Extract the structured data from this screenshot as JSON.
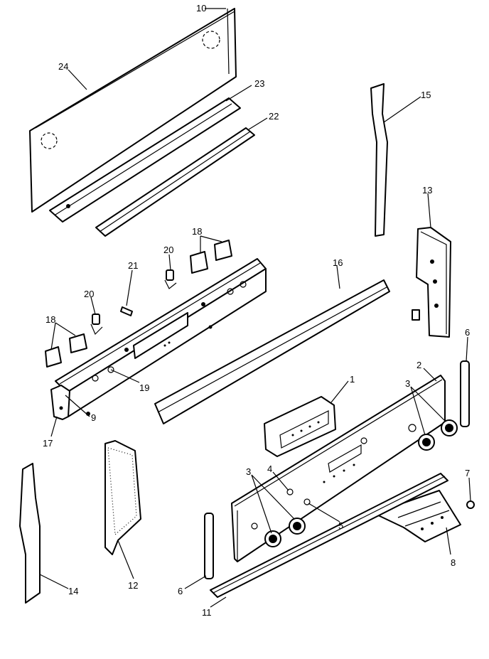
{
  "callouts": {
    "c1": "1",
    "c2": "2",
    "c3a": "3",
    "c3b": "3",
    "c4": "4",
    "c5": "5",
    "c6a": "6",
    "c6b": "6",
    "c7": "7",
    "c8": "8",
    "c9": "9",
    "c10": "10",
    "c11": "11",
    "c12": "12",
    "c13": "13",
    "c14": "14",
    "c15": "15",
    "c16": "16",
    "c17": "17",
    "c18a": "18",
    "c18b": "18",
    "c19": "19",
    "c20a": "20",
    "c20b": "20",
    "c21": "21",
    "c22": "22",
    "c23": "23",
    "c24": "24"
  }
}
